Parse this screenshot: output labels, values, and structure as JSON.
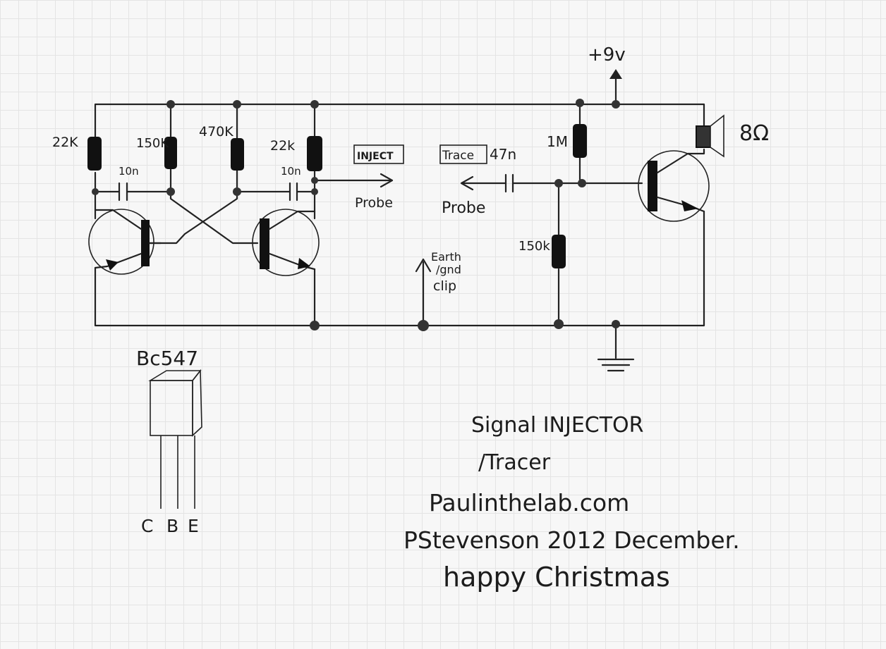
{
  "supply": {
    "label": "+9v"
  },
  "resistors": {
    "r1": "22K",
    "r2": "150K",
    "r3": "470K",
    "r4": "22k",
    "r5": "1M",
    "r6": "150k"
  },
  "capacitors": {
    "c1": "10n",
    "c2": "10n",
    "c3": "47n"
  },
  "speaker": {
    "label": "8Ω"
  },
  "probes": {
    "inject_box": "INJECT",
    "inject_probe": "Probe",
    "trace_box": "Trace",
    "trace_probe": "Probe"
  },
  "earth": {
    "line1": "Earth",
    "line2": "/gnd",
    "line3": "clip"
  },
  "transistor_package": {
    "name": "Bc547",
    "pins": [
      "C",
      "B",
      "E"
    ]
  },
  "notes": {
    "title_line1": "Signal INJECTOR",
    "title_line2": "/Tracer",
    "website": "Paulinthelab.com",
    "author_date": "PStevenson 2012 December.",
    "greeting": "happy Christmas"
  }
}
